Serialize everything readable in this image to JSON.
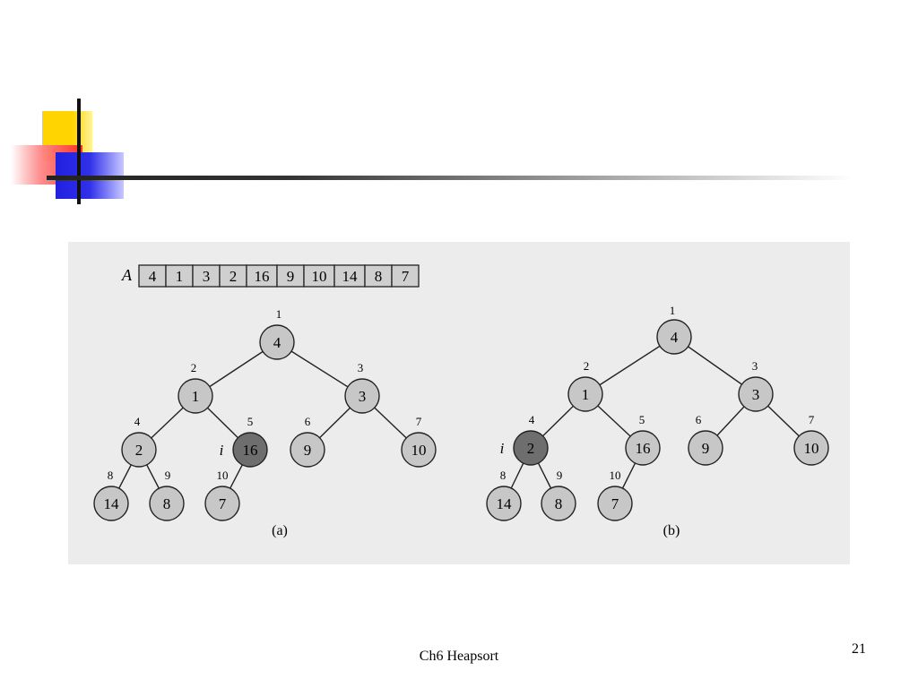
{
  "array": {
    "name": "A",
    "values": [
      "4",
      "1",
      "3",
      "2",
      "16",
      "9",
      "10",
      "14",
      "8",
      "7"
    ]
  },
  "trees": [
    {
      "caption": "(a)",
      "pointer": "i",
      "nodes": [
        {
          "index": "1",
          "value": "4"
        },
        {
          "index": "2",
          "value": "1"
        },
        {
          "index": "3",
          "value": "3"
        },
        {
          "index": "4",
          "value": "2"
        },
        {
          "index": "5",
          "value": "16"
        },
        {
          "index": "6",
          "value": "9"
        },
        {
          "index": "7",
          "value": "10"
        },
        {
          "index": "8",
          "value": "14"
        },
        {
          "index": "9",
          "value": "8"
        },
        {
          "index": "10",
          "value": "7"
        }
      ]
    },
    {
      "caption": "(b)",
      "pointer": "i",
      "nodes": [
        {
          "index": "1",
          "value": "4"
        },
        {
          "index": "2",
          "value": "1"
        },
        {
          "index": "3",
          "value": "3"
        },
        {
          "index": "4",
          "value": "2"
        },
        {
          "index": "5",
          "value": "16"
        },
        {
          "index": "6",
          "value": "9"
        },
        {
          "index": "7",
          "value": "10"
        },
        {
          "index": "8",
          "value": "14"
        },
        {
          "index": "9",
          "value": "8"
        },
        {
          "index": "10",
          "value": "7"
        }
      ]
    }
  ],
  "footer": {
    "title": "Ch6 Heapsort",
    "page": "21"
  },
  "colors": {
    "node_fill": "#c7c7c7",
    "highlight_fill": "#6e6e6e",
    "panel_bg": "#ececec",
    "array_fill": "#cfcfcf"
  }
}
